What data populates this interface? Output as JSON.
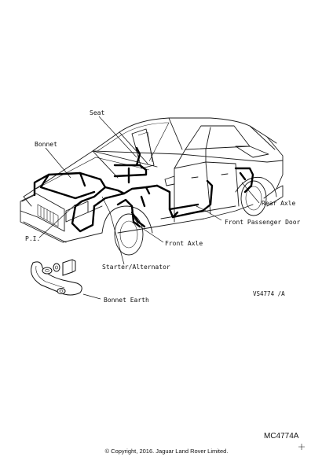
{
  "diagram": {
    "labels": {
      "seat": "Seat",
      "bonnet": "Bonnet",
      "rear_axle": "Rear Axle",
      "front_passenger_door": "Front Passenger Door",
      "pi": "P.I.",
      "front_axle": "Front Axle",
      "starter_alternator": "Starter/Alternator",
      "bonnet_earth": "Bonnet Earth"
    },
    "view_reference": "VS4774 /A"
  },
  "footer": {
    "illustration_code": "MC4774A",
    "copyright": "© Copyright, 2016. Jaguar Land Rover Limited."
  }
}
